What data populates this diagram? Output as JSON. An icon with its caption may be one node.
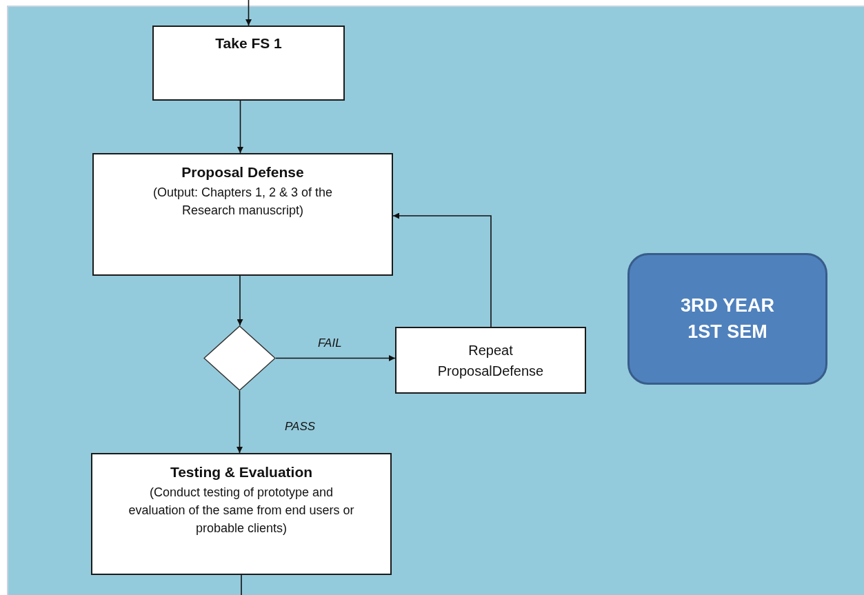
{
  "diagram": {
    "nodes": [
      {
        "text": [
          "Take FS 1"
        ]
      },
      {
        "text": [
          "Proposal Defense",
          "(Output: Chapters 1, 2 & 3 of the Research manuscript)"
        ]
      },
      {
        "text": [],
        "shape": "diamond"
      },
      {
        "text": [
          "Repeat ProposalDefense"
        ]
      },
      {
        "text": [
          "Testing & Evaluation",
          "(Conduct testing of prototype and evaluation of the same from end users or probable clients)"
        ]
      },
      {
        "text": [
          "3RD YEAR 1ST SEM"
        ]
      }
    ],
    "edges": [
      {
        "from": null,
        "to": 0,
        "arrow": "to"
      },
      {
        "from": 0,
        "to": 1,
        "arrow": "to"
      },
      {
        "from": 1,
        "to": 2,
        "arrow": "to"
      },
      {
        "from": 2,
        "to": 3,
        "arrow": "to",
        "label": "FAIL"
      },
      {
        "from": 3,
        "to": 1,
        "arrow": "to"
      },
      {
        "from": 2,
        "to": 4,
        "arrow": "to",
        "label": "PASS"
      },
      {
        "from": 4,
        "to": null,
        "arrow": "none"
      }
    ]
  }
}
